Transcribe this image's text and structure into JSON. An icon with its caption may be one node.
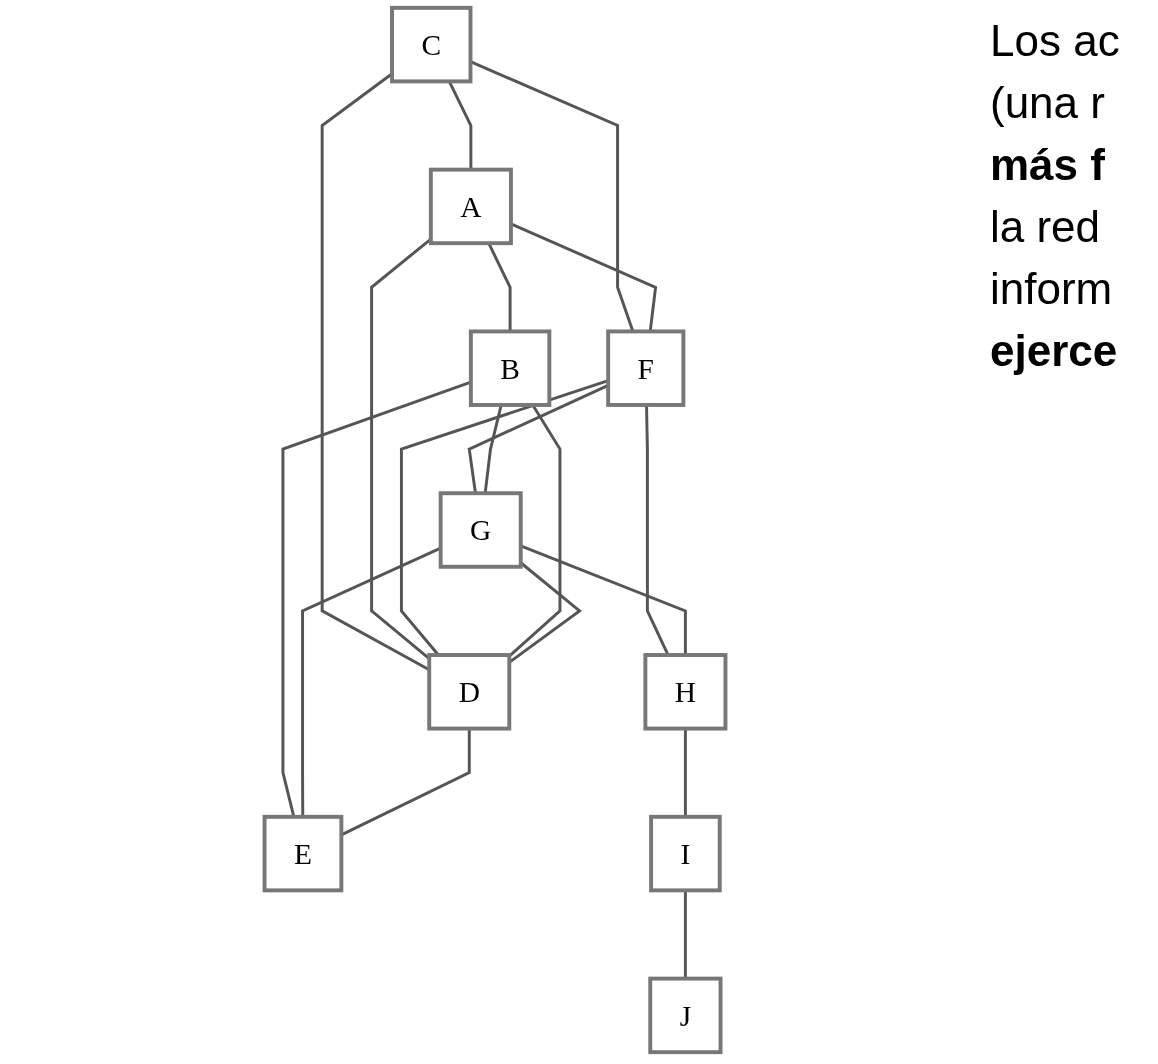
{
  "diagram": {
    "nodes": [
      {
        "text": [
          "C"
        ]
      },
      {
        "text": [
          "A"
        ]
      },
      {
        "text": [
          "F"
        ]
      },
      {
        "text": [
          "B"
        ]
      },
      {
        "text": [
          "G"
        ]
      },
      {
        "text": [
          "D"
        ]
      },
      {
        "text": [
          "H"
        ]
      },
      {
        "text": [
          "E"
        ]
      },
      {
        "text": [
          "I"
        ]
      },
      {
        "text": [
          "J"
        ]
      }
    ],
    "edges": [
      {
        "from": 0,
        "to": 1,
        "arrow": "none"
      },
      {
        "from": 0,
        "to": 5,
        "arrow": "none"
      },
      {
        "from": 0,
        "to": 2,
        "arrow": "none"
      },
      {
        "from": 1,
        "to": 2,
        "arrow": "none"
      },
      {
        "from": 1,
        "to": 3,
        "arrow": "none"
      },
      {
        "from": 1,
        "to": 5,
        "arrow": "none"
      },
      {
        "from": 2,
        "to": 5,
        "arrow": "none"
      },
      {
        "from": 2,
        "to": 4,
        "arrow": "none"
      },
      {
        "from": 2,
        "to": 6,
        "arrow": "none"
      },
      {
        "from": 3,
        "to": 4,
        "arrow": "none"
      },
      {
        "from": 3,
        "to": 5,
        "arrow": "none"
      },
      {
        "from": 3,
        "to": 7,
        "arrow": "none"
      },
      {
        "from": 4,
        "to": 5,
        "arrow": "none"
      },
      {
        "from": 4,
        "to": 7,
        "arrow": "none"
      },
      {
        "from": 4,
        "to": 6,
        "arrow": "none"
      },
      {
        "from": 5,
        "to": 7,
        "arrow": "none"
      },
      {
        "from": 6,
        "to": 8,
        "arrow": "none"
      },
      {
        "from": 8,
        "to": 9,
        "arrow": "none"
      }
    ],
    "labels": [
      "Los ac (una r **más f** la red inform **ejerce**"
    ]
  }
}
